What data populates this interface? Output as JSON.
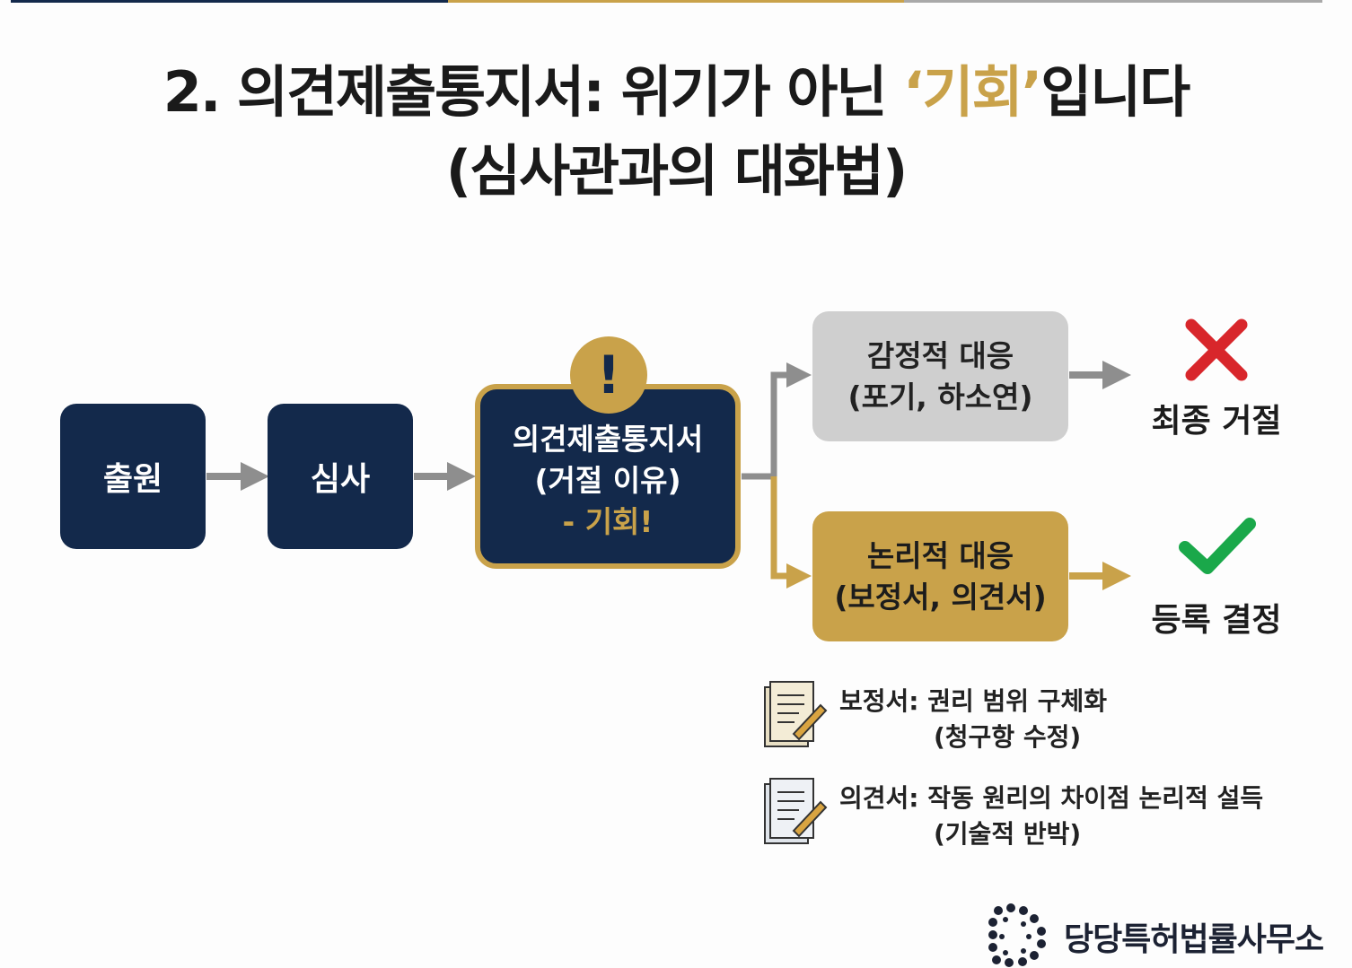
{
  "title": {
    "line1_prefix": "2. 의견제출통지서: 위기가 아닌 ",
    "line1_highlight": "‘기회’",
    "line1_suffix": "입니다",
    "line2": "(심사관과의 대화법)"
  },
  "colors": {
    "navy": "#13294b",
    "gold": "#c9a24a",
    "gray": "#cfcfcf",
    "arrow": "#8e8e8e",
    "red": "#d8262b",
    "green": "#1aa84a"
  },
  "flow": {
    "step1": "출원",
    "step2": "심사",
    "notice": {
      "line1": "의견제출통지서",
      "line2": "(거절 이유)",
      "line3": "- 기회!",
      "badge": "!"
    },
    "emotional": {
      "line1": "감정적 대응",
      "line2": "(포기, 하소연)",
      "result": "최종 거절",
      "result_icon": "x-icon"
    },
    "logical": {
      "line1": "논리적 대응",
      "line2": "(보정서, 의견서)",
      "result": "등록 결정",
      "result_icon": "check-icon"
    }
  },
  "notes": [
    {
      "icon": "document-pen-icon",
      "line1": "보정서: 권리 범위 구체화",
      "line2": "(청구항 수정)"
    },
    {
      "icon": "document-pen-icon",
      "line1": "의견서: 작동 원리의 차이점 논리적 설득",
      "line2": "(기술적 반박)"
    }
  ],
  "logo": {
    "text": "당당특허법률사무소"
  }
}
